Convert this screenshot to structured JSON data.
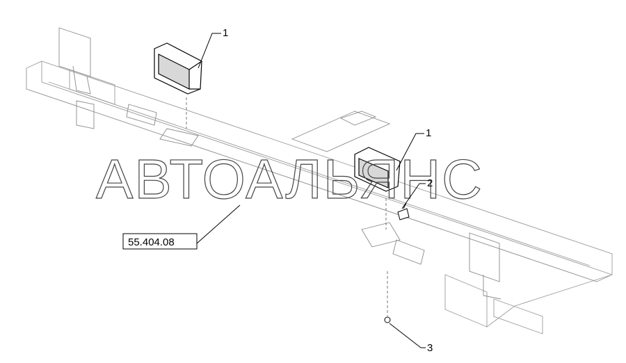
{
  "diagram": {
    "callouts": [
      "1",
      "1",
      "2",
      "3"
    ],
    "reference_label": "55.404.08",
    "watermark": "АВТОАЛЬЯНС"
  }
}
